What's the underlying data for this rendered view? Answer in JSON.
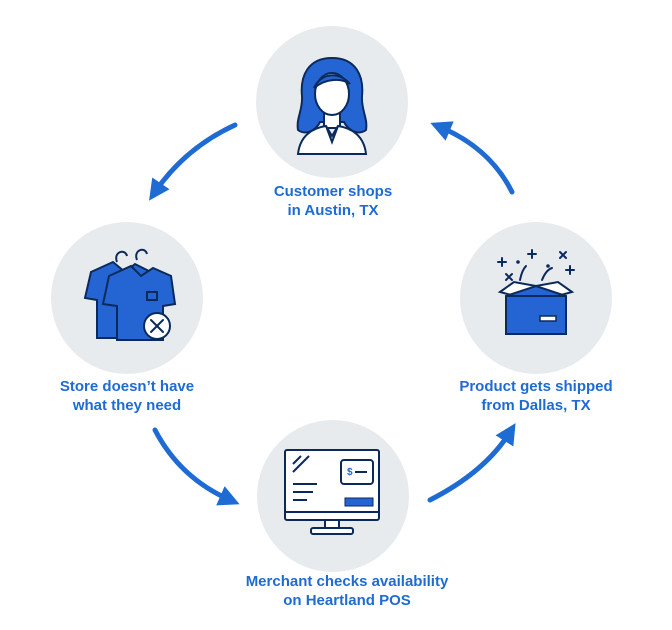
{
  "colors": {
    "accent": "#1f6bd4",
    "icon_fill": "#2465d3",
    "icon_stroke": "#0b2a5c",
    "circle_bg": "#e8ebee"
  },
  "steps": [
    {
      "icon": "customer-woman-icon",
      "line1": "Customer shops",
      "line2": "in Austin, TX"
    },
    {
      "icon": "shirts-out-of-stock-icon",
      "line1": "Store doesn’t have",
      "line2": "what they need"
    },
    {
      "icon": "pos-monitor-icon",
      "line1": "Merchant checks availability",
      "line2": "on Heartland POS"
    },
    {
      "icon": "open-box-icon",
      "line1": "Product gets shipped",
      "line2": "from Dallas, TX"
    }
  ]
}
